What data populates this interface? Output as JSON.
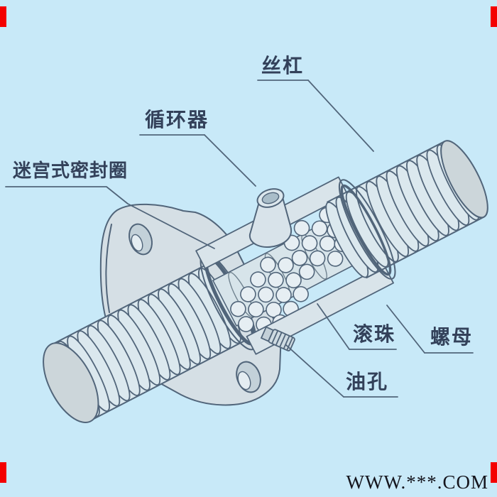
{
  "diagram": {
    "labels": {
      "screw_shaft": "丝杠",
      "circulator": "循环器",
      "labyrinth_seal": "迷宫式密封圈",
      "balls": "滚珠",
      "nut": "螺母",
      "oil_hole": "油孔"
    }
  },
  "watermark": {
    "text": "WWW.***.COM"
  },
  "colors": {
    "background": "#c8e9f8",
    "line": "#51657a",
    "metal_light": "#dbe8ee",
    "metal_mid": "#d5dfe5",
    "metal_dark": "#b9c7d0",
    "label_text": "#33415a",
    "watermark_text": "#15151d",
    "corner_mark": "#f40000"
  }
}
